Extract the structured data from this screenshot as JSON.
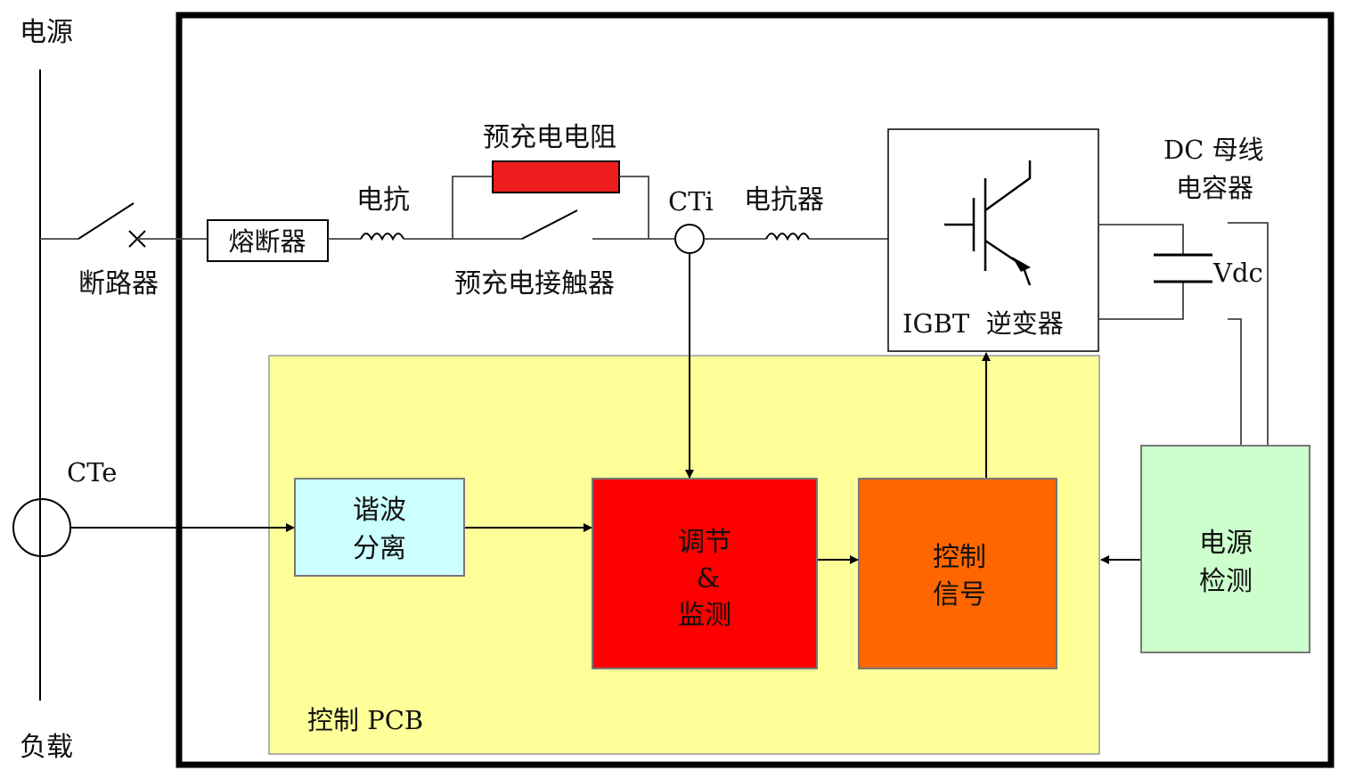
{
  "labels": {
    "power_source": "电源",
    "load": "负载",
    "breaker": "断路器",
    "fuse": "熔断器",
    "reactor_1": "电抗",
    "precharge_resistor": "预充电电阻",
    "precharge_contactor": "预充电接触器",
    "cti": "CTi",
    "reactor_2": "电抗器",
    "inverter": "IGBT  逆变器",
    "dc_bus_cap_line1": "DC 母线",
    "dc_bus_cap_line2": "电容器",
    "vdc": "Vdc",
    "cte": "CTe",
    "control_pcb": "控制 PCB"
  },
  "blocks": {
    "harmonic": [
      "谐波",
      "分离"
    ],
    "regulate": [
      "调节",
      "&",
      "监测"
    ],
    "control_signal": [
      "控制",
      "信号"
    ],
    "power_detect": [
      "电源",
      "检测"
    ]
  },
  "colors": {
    "frame": "#000000",
    "pcb_fill": "#ffff99",
    "harmonic_fill": "#ccffff",
    "regulate_fill": "#ff0000",
    "control_fill": "#ff6600",
    "detect_fill": "#ccffcc",
    "resistor_fill": "#ee1c1c"
  }
}
